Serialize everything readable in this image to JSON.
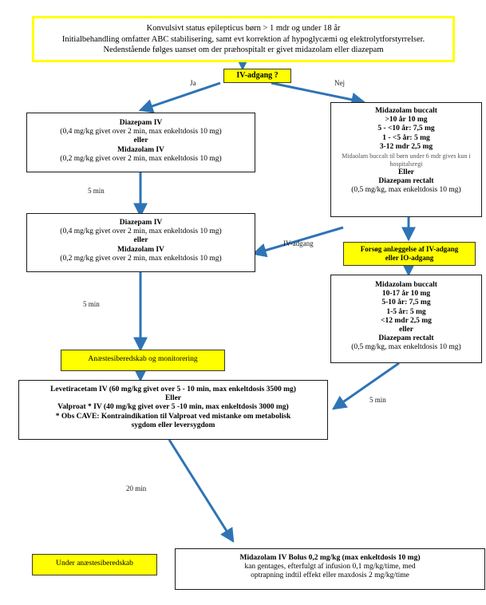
{
  "header": {
    "line1": "Konvulsivt status epilepticus børn > 1 mdr og under 18 år",
    "line2": "Initialbehandling omfatter ABC stabilisering, samt evt korrektion af hypoglycæmi og elektrolytforstyrrelser.",
    "line3": "Nedenstående følges uanset om der præhospitalt er givet midazolam eller diazepam"
  },
  "decision": {
    "label": "IV-adgang ?",
    "branch_yes": "Ja",
    "branch_no": "Nej"
  },
  "diazepam_iv_1": {
    "line1": "Diazepam IV",
    "line2": "(0,4 mg/kg givet over 2 min, max enkeltdosis 10 mg)",
    "line3": "eller",
    "line4": "Midazolam IV",
    "line5": "(0,2 mg/kg givet over 2 min, max enkeltdosis 10 mg)"
  },
  "diazepam_iv_2": {
    "line1": "Diazepam IV",
    "line2": "(0,4 mg/kg givet over 2 min, max enkeltdosis 10 mg)",
    "line3": "eller",
    "line4": "Midazolam IV",
    "line5": "(0,2 mg/kg givet over 2 min, max enkeltdosis 10 mg)"
  },
  "midazolam_buccalt_1": {
    "title": "Midazolam buccalt",
    "dose1": ">10 år 10 mg",
    "dose2": "5 - <10 år: 7,5 mg",
    "dose3": "1 - <5 år: 5 mg",
    "dose4": "3-12 mdr 2,5 mg",
    "note": "Midaolam buccalt til børn under 6 mdr gives kun i hospitalsregi",
    "eller": "Eller",
    "alt_title": "Diazepam rectalt",
    "alt_dose": "(0,5 mg/kg, max enkeltdosis 10 mg)"
  },
  "midazolam_buccalt_2": {
    "title": "Midazolam buccalt",
    "dose1": "10-17 år 10 mg",
    "dose2": "5-10 år: 7,5 mg",
    "dose3": "1-5 år: 5 mg",
    "dose4": "<12 mdr 2,5 mg",
    "eller": "eller",
    "alt_title": "Diazepam rectalt",
    "alt_dose": "(0,5 mg/kg, max enkeltdosis 10 mg)"
  },
  "iv_access_attempt": {
    "line1": "Forsøg anlæggelse af IV-adgang",
    "line2": "eller IO-adgang"
  },
  "anaesthesia_ready": {
    "label": "Anæstesiberedskab og monitorering"
  },
  "second_line": {
    "line1": "Levetiracetam IV (60 mg/kg givet over 5 - 10 min, max enkeltdosis 3500 mg)",
    "line2": "Eller",
    "line3": "Valproat * IV (40 mg/kg givet over 5 -10 min, max enkeltdosis 3000 mg)",
    "line4": "* Obs CAVE: Kontraindikation til Valproat ved  mistanke om metabolisk",
    "line5": "sygdom eller leversygdom"
  },
  "under_anaesthesia": {
    "label": "Under anæstesiberedskab"
  },
  "midazolam_bolus": {
    "line1": "Midazolam IV Bolus 0,2 mg/kg (max enkeltdosis 10 mg)",
    "line2": "kan gentages, efterfulgt af infusion 0,1 mg/kg/time, med",
    "line3": "optrapning indtil effekt eller maxdosis 2 mg/kg/time"
  },
  "edges": {
    "wait_5min_a": "5 min",
    "wait_5min_b": "5 min",
    "wait_5min_c": "5 min",
    "wait_20min": "20 min",
    "iv_access": "IV-adgang"
  },
  "colors": {
    "highlight": "#ffff00",
    "arrow": "#2e74b5",
    "border": "#1a1a1a"
  }
}
